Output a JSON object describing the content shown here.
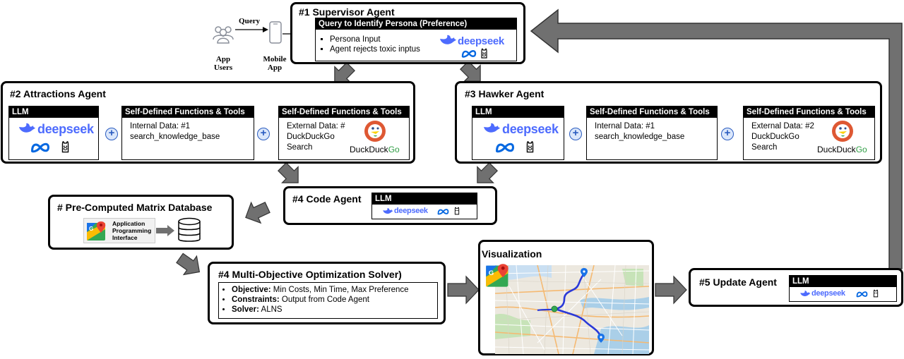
{
  "users": {
    "label_line1": "App",
    "label_line2": "Users"
  },
  "query_label": "Query",
  "mobile": {
    "label_line1": "Mobile",
    "label_line2": "App"
  },
  "supervisor": {
    "title": "#1 Supervisor Agent",
    "box_title": "Query to Identify Persona (Preference)",
    "items": [
      "Persona Input",
      "Agent rejects toxic inptus"
    ]
  },
  "attractions": {
    "title": "#2 Attractions Agent",
    "llm_label": "LLM",
    "tools1_title": "Self-Defined Functions & Tools",
    "tools1_line1": "Internal Data: #1",
    "tools1_line2": "search_knowledge_base",
    "tools2_title": "Self-Defined Functions & Tools",
    "tools2_line1": "External Data: #",
    "tools2_line2": "DuckDuckGo",
    "tools2_line3": "Search"
  },
  "hawker": {
    "title": "#3 Hawker Agent",
    "llm_label": "LLM",
    "tools1_title": "Self-Defined Functions & Tools",
    "tools1_line1": "Internal Data: #1",
    "tools1_line2": "search_knowledge_base",
    "tools2_title": "Self-Defined Functions & Tools",
    "tools2_line1": "External Data: #2",
    "tools2_line2": "DuckDuckGo",
    "tools2_line3": "Search"
  },
  "code_agent": {
    "title": "#4 Code Agent",
    "llm_label": "LLM"
  },
  "matrix_db": {
    "title": "# Pre-Computed Matrix Database",
    "api_line1": "Application",
    "api_line2": "Programming",
    "api_line3": "Interface"
  },
  "solver": {
    "title": "#4 Multi-Objective Optimization Solver)",
    "items": [
      {
        "key": "Objective:",
        "value": " Min Costs, Min Time, Max Preference"
      },
      {
        "key": "Constraints:",
        "value": " Output from Code Agent"
      },
      {
        "key": "Solver:",
        "value": " ALNS"
      }
    ]
  },
  "visualization": {
    "title": "Visualization"
  },
  "update_agent": {
    "title": "#5 Update Agent",
    "llm_label": "LLM"
  },
  "logos": {
    "deepseek": "deepseek",
    "duckduckgo_part1": "DuckDuck",
    "duckduckgo_part2": "Go"
  },
  "icons": [
    "users-icon",
    "mobile-phone-icon",
    "deepseek-whale-icon",
    "meta-icon",
    "llama-icon",
    "duckduckgo-icon",
    "google-maps-icon",
    "database-icon",
    "map-pin-icon"
  ],
  "colors": {
    "deepseek": "#4d6bfe",
    "meta": "#0668e1",
    "arrow_fill": "#707070",
    "plus_fill": "#dbe7fb",
    "ddg_orange": "#de5833",
    "ddg_green": "#2f9e44"
  }
}
